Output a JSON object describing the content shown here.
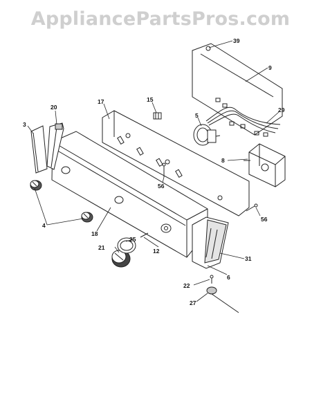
{
  "watermark": "AppliancePartsPros.com",
  "callouts": {
    "c39": "39",
    "c9": "9",
    "c29": "29",
    "c15": "15",
    "c17": "17",
    "c5": "5",
    "c20": "20",
    "c3": "3",
    "c8": "8",
    "c56a": "56",
    "c56b": "56",
    "c4": "4",
    "c18": "18",
    "c25": "25",
    "c21": "21",
    "c12": "12",
    "c31": "31",
    "c6": "6",
    "c22": "22",
    "c27": "27"
  },
  "colors": {
    "line": "#222222",
    "panel": "#ffffff",
    "shade": "#c8c8c8",
    "dark": "#555555"
  }
}
